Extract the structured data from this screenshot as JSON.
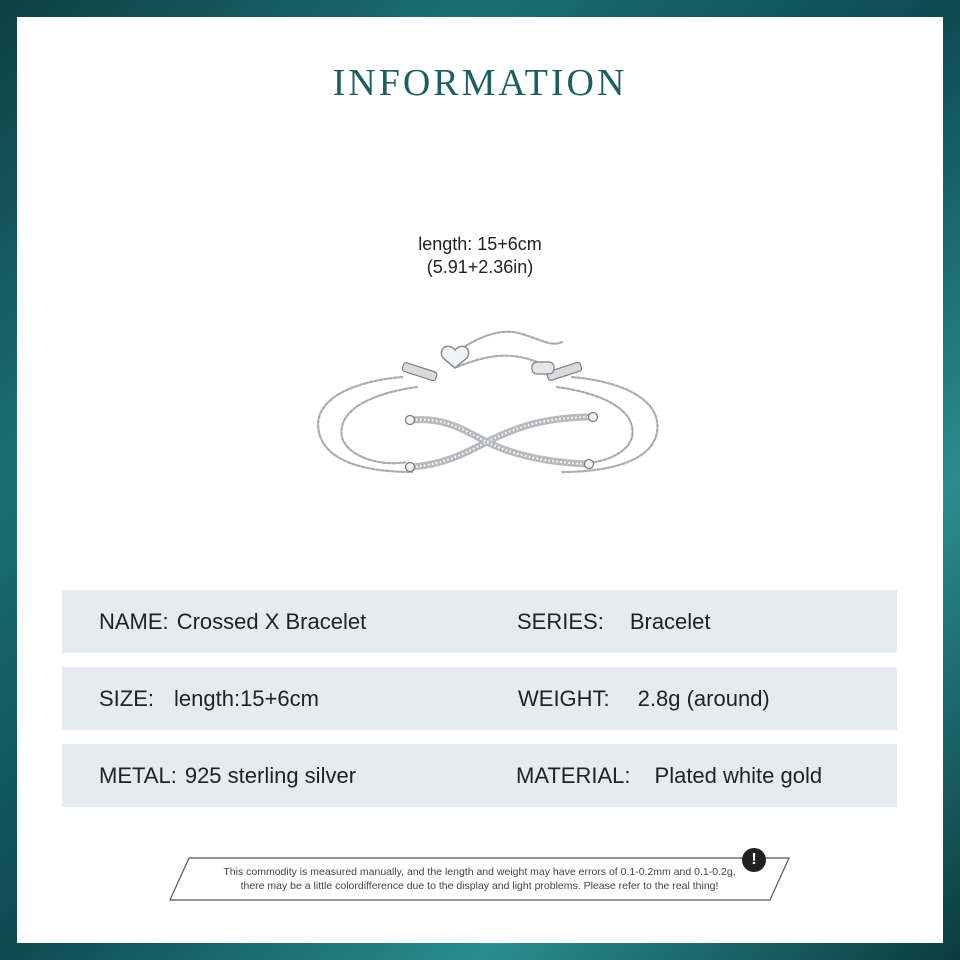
{
  "title": "INFORMATION",
  "length_note": {
    "line1": "length: 15+6cm",
    "line2": "(5.91+2.36in)"
  },
  "rows": [
    {
      "left": {
        "label": "NAME:",
        "value": "Crossed X Bracelet"
      },
      "right": {
        "label": "SERIES:",
        "value": "Bracelet"
      }
    },
    {
      "left": {
        "label": "SIZE:",
        "value": "length:15+6cm"
      },
      "right": {
        "label": "WEIGHT:",
        "value": "2.8g (around)"
      }
    },
    {
      "left": {
        "label": "METAL:",
        "value": "925 sterling silver"
      },
      "right": {
        "label": "MATERIAL:",
        "value": "Plated white gold"
      }
    }
  ],
  "notice": {
    "line1": "This commodity is measured manually, and the length and weight may have errors of 0.1-0.2mm and 0.1-0.2g,",
    "line2": "there may be a little colordifference due to the display and light problems. Please refer to the real thing!",
    "icon": "exclamation-icon"
  },
  "colors": {
    "title": "#1d5e63",
    "row_bg": "#e6ebf2",
    "frame": "#0e4a50"
  }
}
